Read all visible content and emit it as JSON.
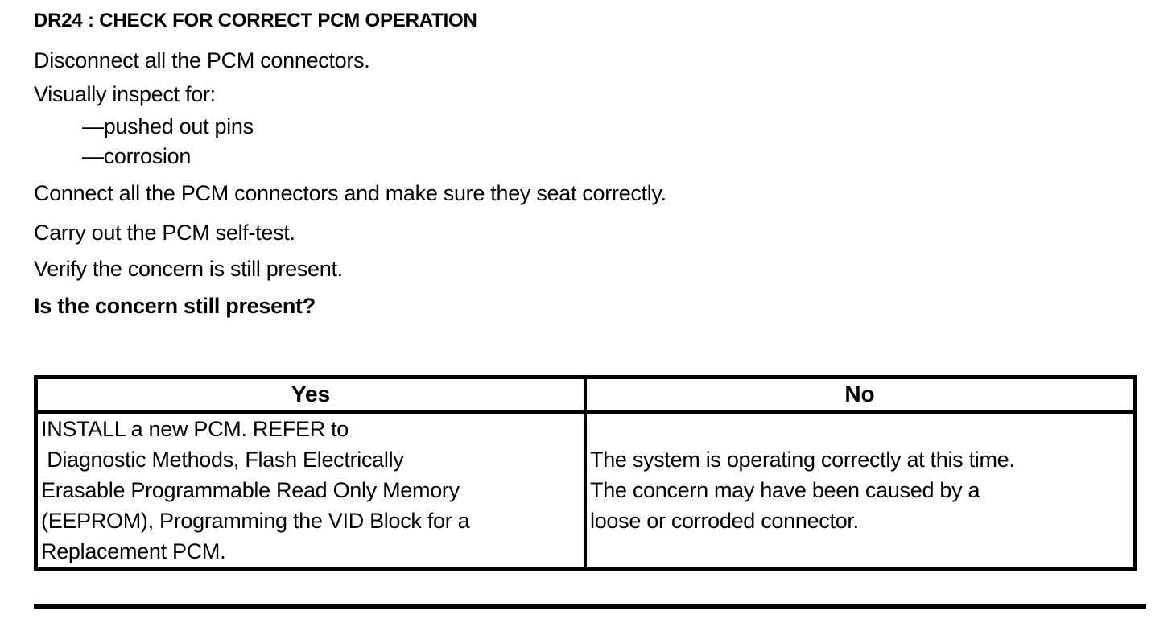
{
  "procedure": {
    "title": "DR24 : CHECK FOR CORRECT PCM OPERATION",
    "steps": {
      "disconnect": "Disconnect all the PCM connectors.",
      "inspect_intro": "Visually inspect for:",
      "inspect_items": [
        "—pushed out pins",
        "—corrosion"
      ],
      "connect": "Connect all the PCM connectors and make sure they seat correctly.",
      "self_test": "Carry out the PCM self-test.",
      "verify": "Verify the concern is still present.",
      "question": "Is the concern still present?"
    }
  },
  "decision_table": {
    "yes_header": "Yes",
    "no_header": "No",
    "yes_body": "INSTALL a new PCM. REFER to\n Diagnostic Methods, Flash Electrically\nErasable Programmable Read Only Memory\n(EEPROM), Programming the VID Block for a\nReplacement PCM.",
    "no_body": "The system is operating correctly at this time.\nThe concern may have been caused by a\nloose or corroded connector."
  }
}
